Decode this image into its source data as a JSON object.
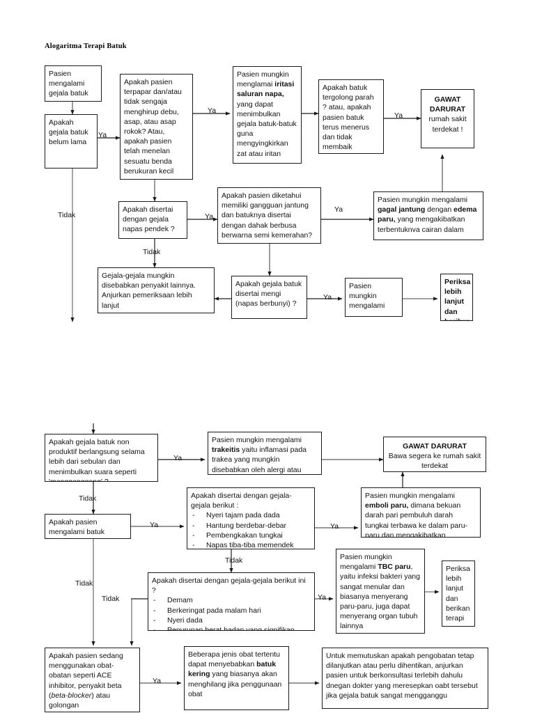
{
  "title": "Alogaritma Terapi Batuk",
  "labels": {
    "ya": "Ya",
    "tidak": "Tidak"
  },
  "nodes": {
    "n1": "Pasien mengalami gejala batuk",
    "n2": "Apakah gejala batuk belum lama",
    "n3": "Apakah pasien terpapar dan/atau tidak sengaja menghirup debu, asap, atau asap rokok? Atau, apakah pasien telah menelan sesuatu benda berukuran kecil",
    "n4_pre": "Pasien mungkin menglamai ",
    "n4_bold": "iritasi saluran napa,",
    "n4_post": " yang dapat menimbulkan gejala batuk-batuk guna mengyingkirkan zat atau iritan",
    "n5": "Apakah batuk tergolong parah ? atau, apakah pasien batuk terus menerus dan tidak membaik",
    "n6_line1": "GAWAT",
    "n6_line2": "DARURAT",
    "n6_line3": "rumah sakit terdekat !",
    "n7": "Apakah disertai dengan gejala napas pendek ?",
    "n8": "Apakah pasien diketahui memiliki gangguan jantung dan batuknya disertai dengan dahak berbusa berwarna semi kemerahan?",
    "n9_pre": "Pasien mungkin mengalami ",
    "n9_bold1": "gagal jantung",
    "n9_mid": " dengan ",
    "n9_bold2": "edema paru,",
    "n9_post": " yang mengakibatkan terbentuknva cairan dalam",
    "n10": "Gejala-gejala mungkin disebabkan penyakit lainnya. Anjurkan pemeriksaan lebih lanjut",
    "n11": "Apakah gejala batuk disertai mengi (napas berbunyi) ?",
    "n12": "Pasien mungkin mengalami",
    "n13": "Periksa lebih lanjut dan berikan terapi",
    "n14": "Apakah gejala batuk non produktif berlangsung selama lebih dari sebulan dan menimbulkan suara seperti 'menggonggong' ?",
    "n15_pre": "Pasien mungkin mengalami ",
    "n15_bold": "trakeitis",
    "n15_post": " yaitu inflamasi pada trakea yang mungkin disebabkan oleh alergi atau infeksi",
    "n16_line1": "GAWAT DARURAT",
    "n16_line2": "Bawa segera ke rumah sakit terdekat",
    "n17": "Apakah pasien mengalami batuk",
    "n18_header": "Apakah disertai dengan gejala-gejala berikut :",
    "n18_items": [
      "Nyeri tajam pada dada",
      "Hantung berdebar-debar",
      "Pembengkakan tungkai",
      "Napas tiba-tiba memendek"
    ],
    "n19_pre": "Pasien mungkin  mengalami ",
    "n19_bold": "emboli paru,",
    "n19_post": " dimana bekuan darah pari pembuluh darah tungkai terbawa ke dalam paru-paru dan mengakibatkan penyumbatan",
    "n20_header": "Apakah disertai dengan gejala-gejala berikut ini ?",
    "n20_items": [
      "Demam",
      "Berkeringat pada malam hari",
      "Nyeri dada",
      "Penurunan berat badan yang signifikan"
    ],
    "n21_pre": "Pasien mungkin mengalami ",
    "n21_bold": "TBC paru",
    "n21_post": ", yaitu infeksi bakteri yang sangat menular dan biasanya menyerang paru-paru, juga dapat menyerang organ tubuh lainnya",
    "n22": "Periksa lebih lanjut dan berikan terapi yang",
    "n23_pre": " Apakah pasien sedang menggunakan obat-obatan seperti ACE inhibitor, penyakit beta (",
    "n23_ital": "beta-blocker",
    "n23_post": ") atau golongan",
    "n24_pre": "Beberapa jenis obat tertentu dapat menyebabkan ",
    "n24_bold": "batuk kering",
    "n24_post": " yang biasanya akan menghilang jika penggunaan obat",
    "n25": "Untuk memutuskan apakah pengobatan tetap dilanjutkan atau perlu dihentikan, anjurkan pasien untuk berkonsultasi terlebih dahulu dnegan dokter yang meresepkan oabt tersebut jika gejala batuk sangat mengganggu"
  },
  "colors": {
    "stroke": "#1a1a1a",
    "background": "#ffffff",
    "text": "#111111"
  }
}
